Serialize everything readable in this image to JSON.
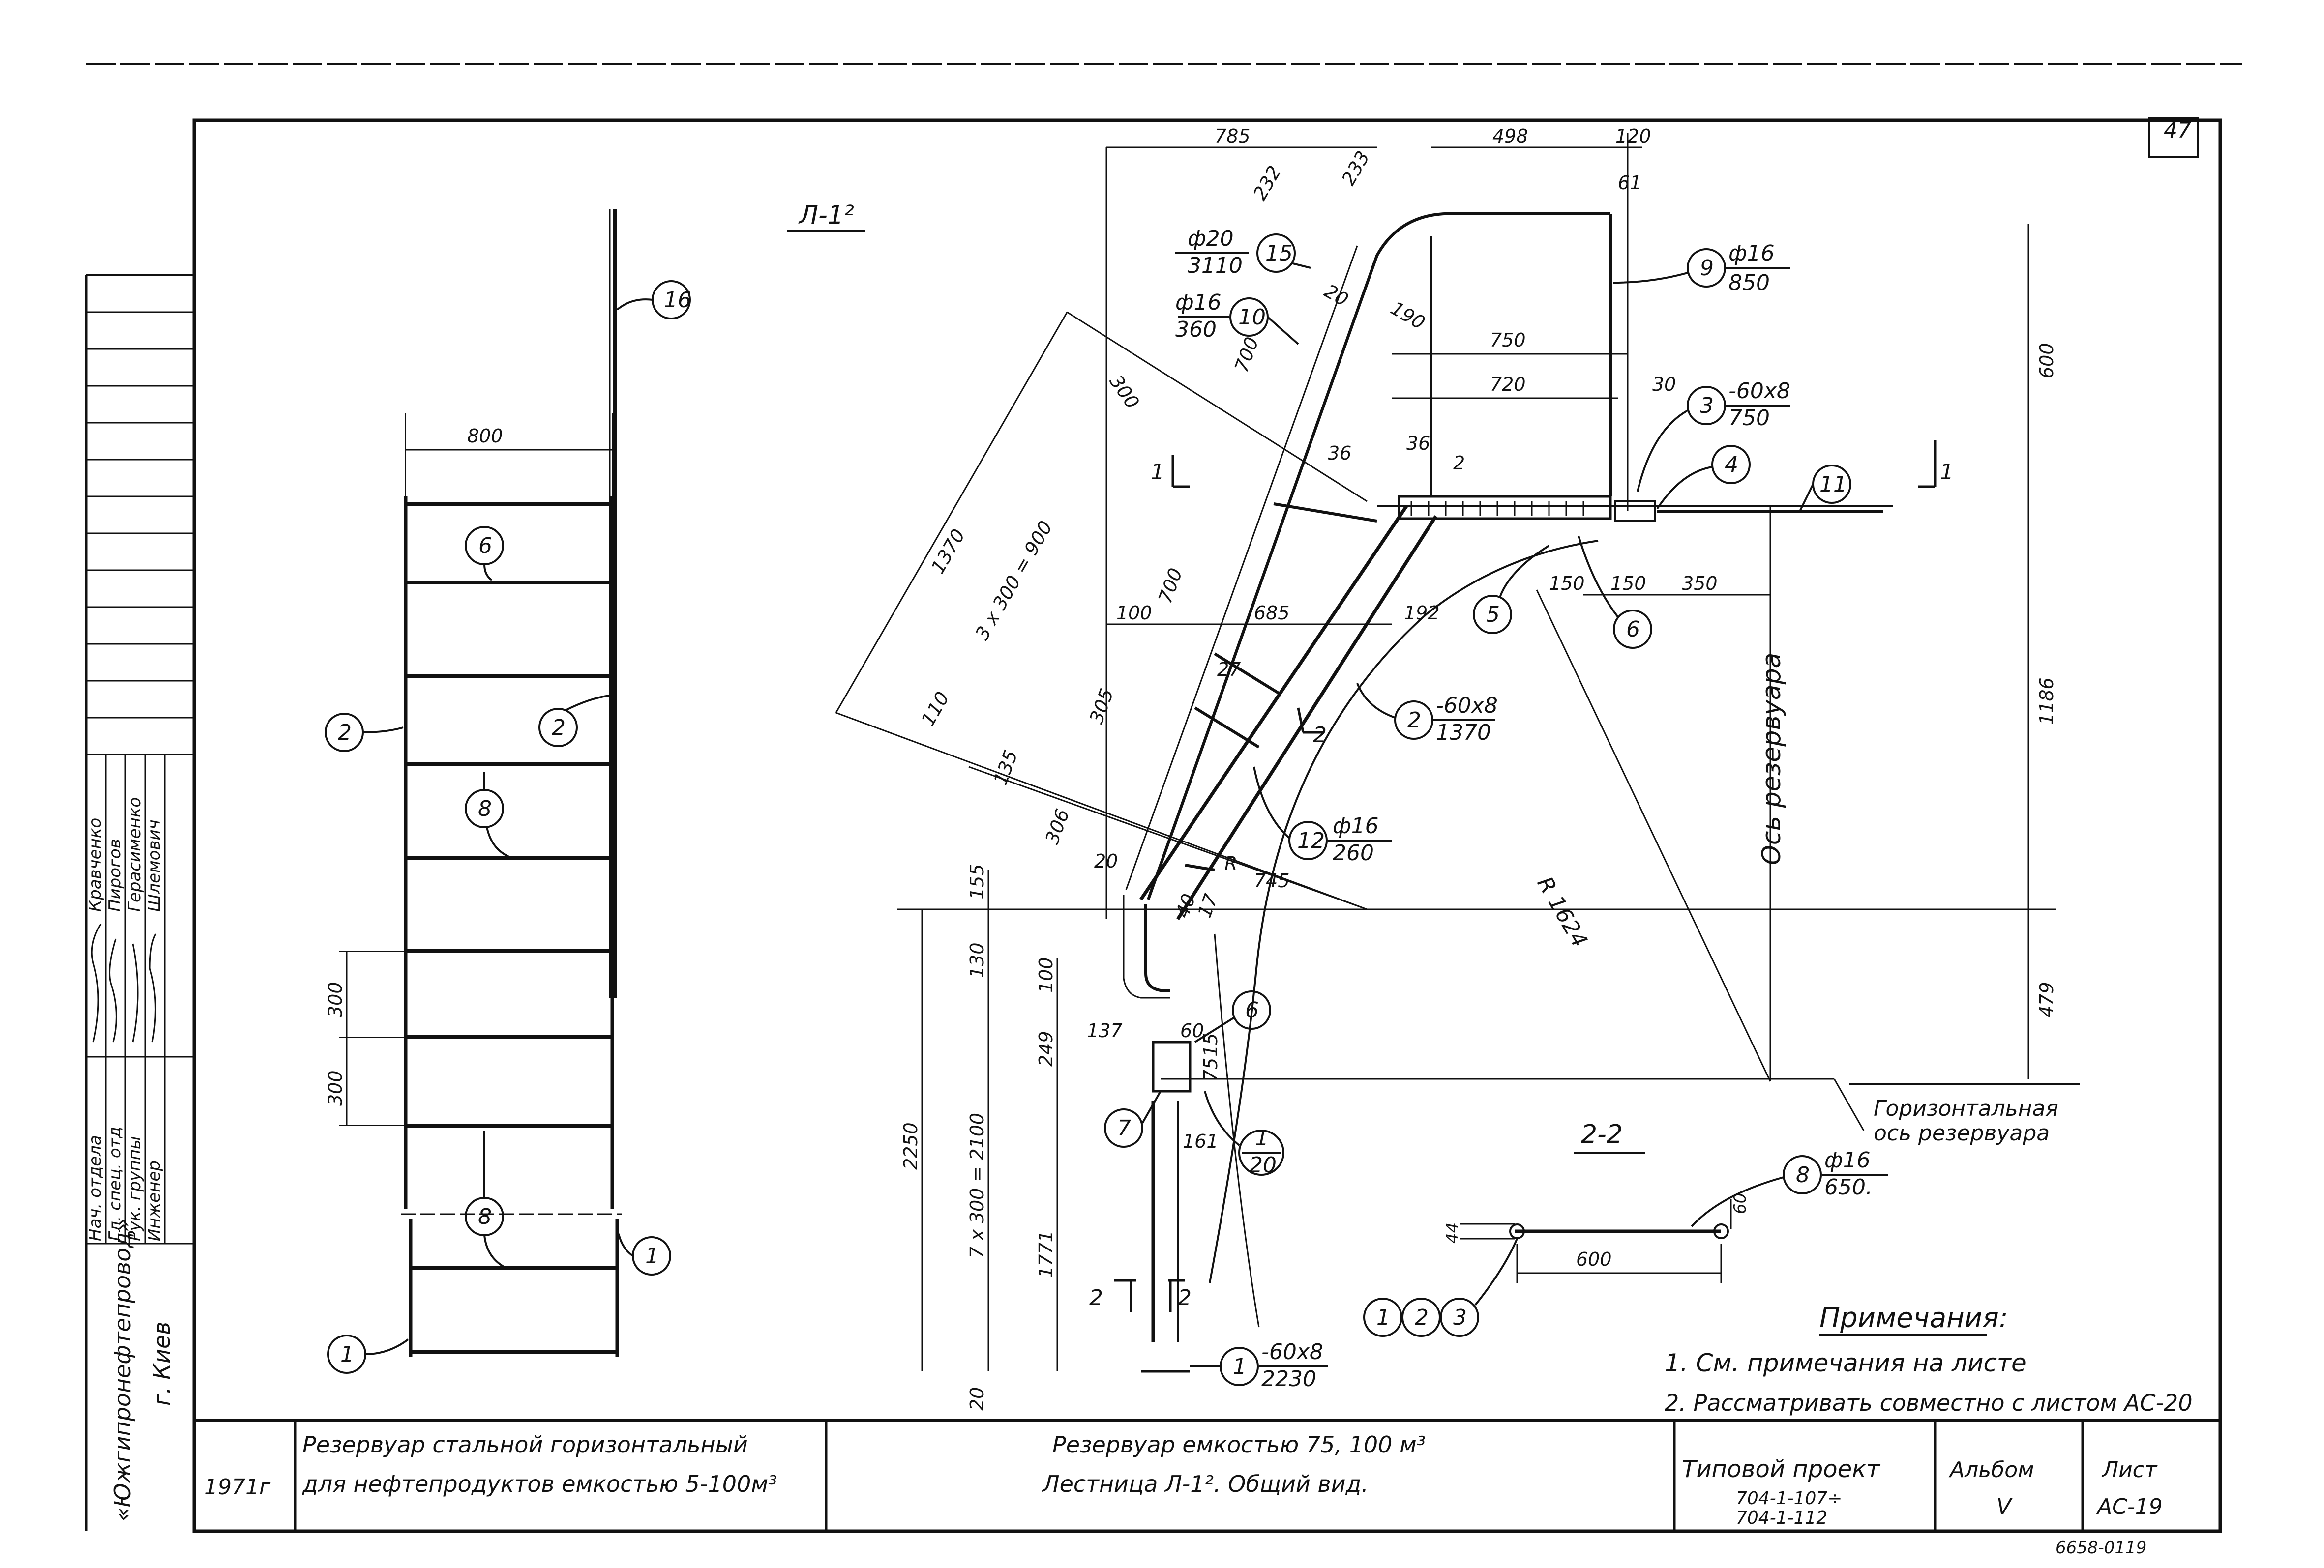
{
  "sheet": {
    "page_number": "47",
    "view_title_l12": "Л-1²",
    "section_title_22": "2-2",
    "section_mark": "1",
    "section2_mark": "2"
  },
  "left_view": {
    "width_dim": "800",
    "step1": "300",
    "step2": "300",
    "labels": [
      "16",
      "6",
      "2",
      "2",
      "8",
      "8",
      "1",
      "1"
    ]
  },
  "main_view": {
    "dims": {
      "d785": "785",
      "d498": "498",
      "d120": "120",
      "d61": "61",
      "d232": "232",
      "d233": "233",
      "d20a": "20",
      "d190": "190",
      "d750": "750",
      "d720": "720",
      "d30": "30",
      "d600": "600",
      "d36a": "36",
      "d36b": "36",
      "d2": "2",
      "d300": "300",
      "d1370": "1370",
      "d3x300": "3 x 300 = 900",
      "d700a": "700",
      "d700b": "700",
      "d100": "100",
      "d685": "685",
      "d192": "192",
      "d150a": "150",
      "d150b": "150",
      "d350": "350",
      "d1186": "1186",
      "d305": "305",
      "d110": "110",
      "d135": "135",
      "d306": "306",
      "d20b": "20",
      "d745": "745",
      "d155": "155",
      "d130": "130",
      "d100b": "100",
      "d249": "249",
      "d137": "137",
      "d60": "60",
      "d75": "75",
      "d15": "15",
      "d161": "161",
      "d2250": "2250",
      "d7x300": "7 x 300 = 2100",
      "d1771": "1771",
      "d20c": "20",
      "d479": "479",
      "d40": "40",
      "d17": "17",
      "d27": "27",
      "R": "R",
      "radius": "R 1624",
      "d60b": "60",
      "d600b": "600",
      "d44": "44"
    },
    "callouts": {
      "p15_num": "15",
      "p15_spec_top": "ф20",
      "p15_spec_bot": "3110",
      "p10_num": "10",
      "p10_spec_top": "ф16",
      "p10_spec_bot": "360",
      "p9_num": "9",
      "p9_spec_top": "ф16",
      "p9_spec_bot": "850",
      "p3_num": "3",
      "p3_spec_top": "-60x8",
      "p3_spec_bot": "750",
      "p4_num": "4",
      "p11_num": "11",
      "p5_num": "5",
      "p6_num": "6",
      "p2_num": "2",
      "p2_spec_top": "-60x8",
      "p2_spec_bot": "1370",
      "p12_num": "12",
      "p12_spec_top": "ф16",
      "p12_spec_bot": "260",
      "p6b_num": "6",
      "p7_num": "7",
      "p1_frac_top": "1",
      "p1_frac_bot": "20",
      "p1_num": "1",
      "p1_spec_top": "-60x8",
      "p1_spec_bot": "2230",
      "p8_num": "8",
      "p8_spec_top": "ф16",
      "p8_spec_bot": "650.",
      "sec_1": "1",
      "sec_2": "2",
      "sec_3": "3"
    },
    "tank_axis": "Ось резервуара",
    "horizontal_axis_line1": "Горизонтальная",
    "horizontal_axis_line2": "ось резервуара"
  },
  "notes": {
    "title": "Примечания:",
    "line1": "1. См. примечания на листе",
    "line2": "2. Рассматривать совместно с листом АС-20"
  },
  "title_block": {
    "org": "«Южгипронефтепровод»",
    "city": "г. Киев",
    "roles": [
      "Нач. отдела",
      "Гл. спец. отд",
      "Рук. группы",
      "Инженер"
    ],
    "names": [
      "Кравченко",
      "Пирогов",
      "Герасименко",
      "Шлемович"
    ],
    "year": "1971г",
    "project_line1": "Резервуар стальной горизонтальный",
    "project_line2": "для нефтепродуктов емкостью 5-100м³",
    "sheet_title_line1": "Резервуар емкостью 75, 100 м³",
    "sheet_title_line2": "Лестница Л-1². Общий вид.",
    "typical_project": "Типовой проект",
    "project_codes1": "704-1-107÷",
    "project_codes2": "704-1-112",
    "album_label": "Альбом",
    "album_value": "V",
    "sheet_label": "Лист",
    "sheet_value": "АС-19",
    "archive_number": "6658-0119"
  }
}
